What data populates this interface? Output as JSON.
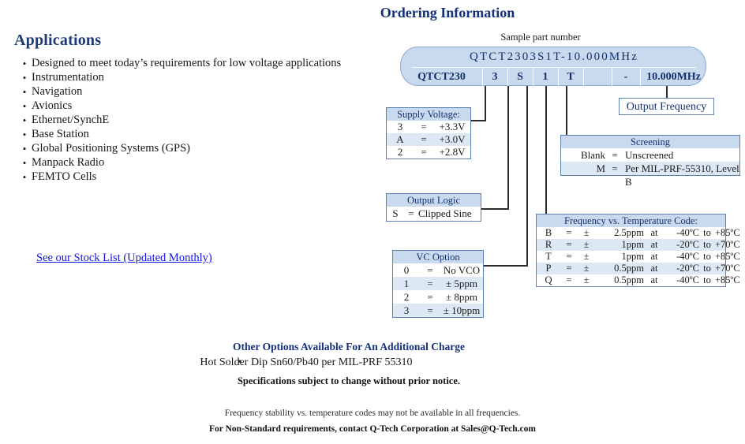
{
  "applications": {
    "heading": "Applications",
    "items": [
      "Designed to meet today’s requirements for low voltage applications",
      "Instrumentation",
      "Navigation",
      "Avionics",
      "Ethernet/SynchE",
      "Base Station",
      "Global Positioning Systems (GPS)",
      "Manpack Radio",
      "FEMTO Cells"
    ],
    "bullet": "•",
    "stock_link": "See our Stock List (Updated Monthly)"
  },
  "ordering": {
    "title": "Ordering Information",
    "sample_label": "Sample part number",
    "full_part_number": "QTCT2303S1T-10.000MHz",
    "segments": [
      "QTCT230",
      "3",
      "S",
      "1",
      "T",
      "",
      "-",
      "10.000MHz"
    ]
  },
  "supply_voltage": {
    "header": "Supply Voltage:",
    "rows": [
      {
        "code": "3",
        "eq": "=",
        "value": "+3.3V"
      },
      {
        "code": "A",
        "eq": "=",
        "value": "+3.0V"
      },
      {
        "code": "2",
        "eq": "=",
        "value": "+2.8V"
      }
    ]
  },
  "output_logic": {
    "header": "Output Logic",
    "rows": [
      {
        "code": "S",
        "eq": "=",
        "value": "Clipped Sine"
      }
    ]
  },
  "vc_option": {
    "header": "VC Option",
    "rows": [
      {
        "code": "0",
        "eq": "=",
        "value": "No VCO"
      },
      {
        "code": "1",
        "eq": "=",
        "value": "± 5ppm"
      },
      {
        "code": "2",
        "eq": "=",
        "value": "± 8ppm"
      },
      {
        "code": "3",
        "eq": "=",
        "value": "± 10ppm"
      }
    ]
  },
  "output_frequency": {
    "label": "Output Frequency"
  },
  "screening": {
    "header": "Screening",
    "rows": [
      {
        "code": "Blank",
        "eq": "=",
        "value": "Unscreened"
      },
      {
        "code": "M",
        "eq": "=",
        "value": "Per MIL-PRF-55310, Level B"
      }
    ]
  },
  "freq_temp": {
    "header": "Frequency vs. Temperature Code:",
    "rows": [
      {
        "code": "B",
        "eq": "=",
        "pm": "±",
        "ppm": "2.5ppm",
        "at": "at",
        "lo": "-40ºC",
        "to": "to",
        "hi": "+85ºC"
      },
      {
        "code": "R",
        "eq": "=",
        "pm": "±",
        "ppm": "1ppm",
        "at": "at",
        "lo": "-20ºC",
        "to": "to",
        "hi": "+70ºC"
      },
      {
        "code": "T",
        "eq": "=",
        "pm": "±",
        "ppm": "1ppm",
        "at": "at",
        "lo": "-40ºC",
        "to": "to",
        "hi": "+85ºC"
      },
      {
        "code": "P",
        "eq": "=",
        "pm": "±",
        "ppm": "0.5ppm",
        "at": "at",
        "lo": "-20ºC",
        "to": "to",
        "hi": "+70ºC"
      },
      {
        "code": "Q",
        "eq": "=",
        "pm": "±",
        "ppm": "0.5ppm",
        "at": "at",
        "lo": "-40ºC",
        "to": "to",
        "hi": "+85ºC"
      }
    ]
  },
  "other_options": {
    "heading": "Other Options Available For An Additional Charge",
    "bullet": "•",
    "item": "Hot Solder Dip Sn60/Pb40 per MIL-PRF 55310",
    "spec_note": "Specifications subject to change without prior notice."
  },
  "footer": {
    "line1": "Frequency stability vs. temperature codes may not be available in all frequencies.",
    "line2": "For Non-Standard requirements, contact Q-Tech Corporation at Sales@Q-Tech.com"
  },
  "colors": {
    "heading_navy": "#13307a",
    "box_header_fill": "#c9daee",
    "box_border": "#5a7fb0",
    "row_alt_fill": "#dde8f5",
    "link_blue": "#1414e6"
  }
}
